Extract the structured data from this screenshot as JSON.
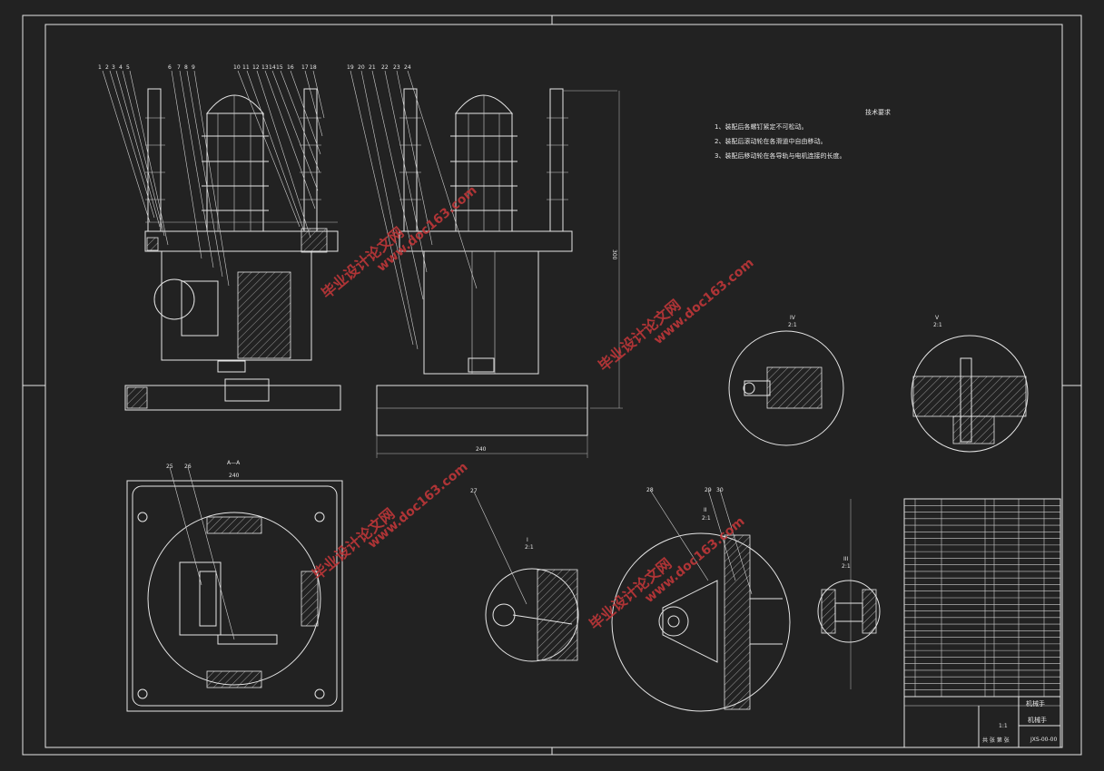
{
  "tech_requirements": {
    "title": "技术要求",
    "items": [
      "1、装配后各螺钉紧定不可松动。",
      "2、装配后滚动轮在各滑道中自由移动。",
      "3、装配后移动轮在各导轨与电机连接的长度。"
    ]
  },
  "part_callouts_left": [
    "1",
    "2",
    "3",
    "4",
    "5",
    "6",
    "7",
    "8",
    "9",
    "10",
    "11",
    "12",
    "13",
    "14",
    "15",
    "16",
    "17",
    "18"
  ],
  "part_callouts_mid": [
    "19",
    "20",
    "21",
    "22",
    "23",
    "24"
  ],
  "part_callouts_bottom": [
    "25",
    "26",
    "27",
    "28",
    "29",
    "30"
  ],
  "dimensions": {
    "front_width": "240",
    "front_height": "300",
    "top_width": "240"
  },
  "section_labels": {
    "top_view": "A—A",
    "detail_i": "I",
    "detail_i_scale": "2:1",
    "detail_ii": "II",
    "detail_ii_scale": "2:1",
    "detail_iii": "III",
    "detail_iii_scale": "2:1",
    "detail_iv": "IV",
    "detail_iv_scale": "2:1",
    "detail_v": "V",
    "detail_v_scale": "2:1"
  },
  "title_block": {
    "drawing_name": "机械手",
    "drawing_no": "JXS-00-00",
    "scale": "1:1",
    "sheet_label": "共 张 第 张"
  },
  "watermark": {
    "cn": "毕业设计论文网",
    "url": "www.doc163.com"
  },
  "colors": {
    "background": "#222222",
    "line": "#e6e6e6",
    "watermark": "#c8383a"
  }
}
